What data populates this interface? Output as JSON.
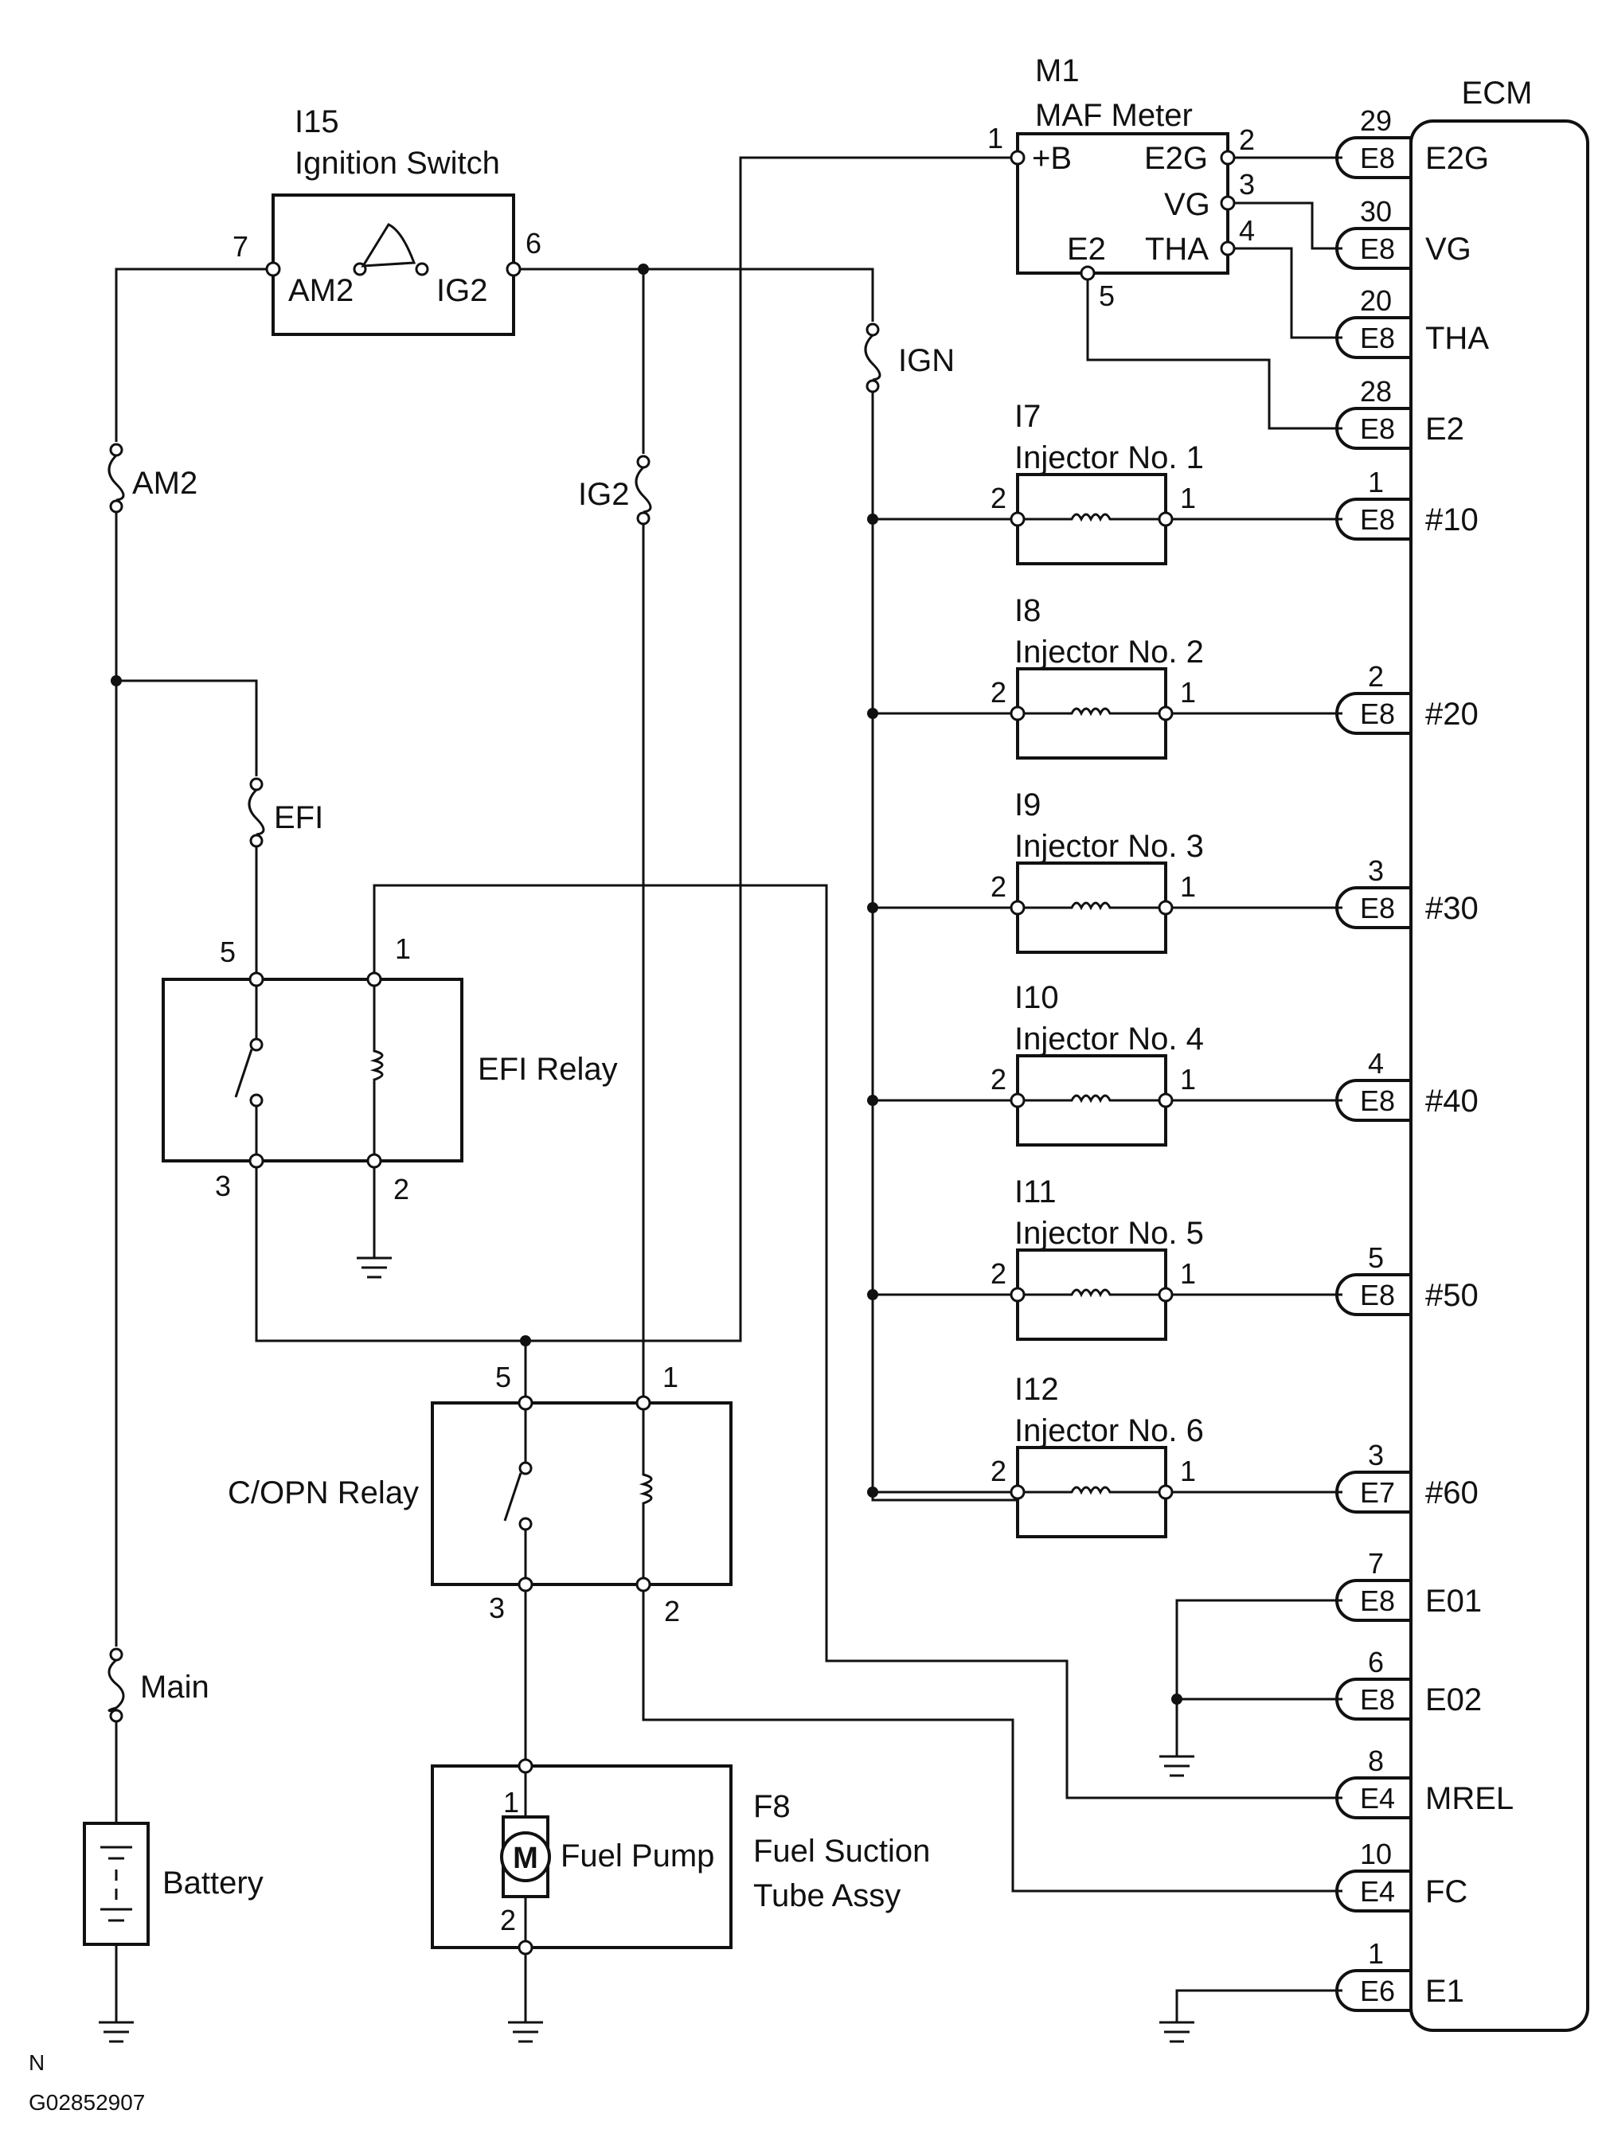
{
  "ignition_switch": {
    "id": "I15",
    "name": "Ignition Switch",
    "pin_am2": "7",
    "pin_ig2": "6",
    "am2": "AM2",
    "ig2": "IG2"
  },
  "maf_meter": {
    "id": "M1",
    "name": "MAF Meter",
    "p_b": "+B",
    "p_e2g": "E2G",
    "p_vg": "VG",
    "p_e2": "E2",
    "p_tha": "THA",
    "n1": "1",
    "n2": "2",
    "n3": "3",
    "n4": "4",
    "n5": "5"
  },
  "ecm": {
    "title": "ECM"
  },
  "fuses": {
    "ign": "IGN",
    "am2": "AM2",
    "ig2": "IG2",
    "efi": "EFI",
    "main": "Main"
  },
  "efi_relay": {
    "name": "EFI Relay",
    "p5": "5",
    "p1": "1",
    "p3": "3",
    "p2": "2"
  },
  "copn_relay": {
    "name": "C/OPN Relay",
    "p5": "5",
    "p1": "1",
    "p3": "3",
    "p2": "2"
  },
  "fuel_pump": {
    "id": "F8",
    "name": "Fuel Pump",
    "assy1": "Fuel  Suction",
    "assy2": "Tube Assy",
    "motor": "M",
    "p1": "1",
    "p2": "2"
  },
  "battery": {
    "name": "Battery"
  },
  "injectors": [
    {
      "id": "I7",
      "name": "Injector No. 1",
      "pin_in": "2",
      "pin_out": "1"
    },
    {
      "id": "I8",
      "name": "Injector No. 2",
      "pin_in": "2",
      "pin_out": "1"
    },
    {
      "id": "I9",
      "name": "Injector No. 3",
      "pin_in": "2",
      "pin_out": "1"
    },
    {
      "id": "I10",
      "name": "Injector No. 4",
      "pin_in": "2",
      "pin_out": "1"
    },
    {
      "id": "I11",
      "name": "Injector No. 5",
      "pin_in": "2",
      "pin_out": "1"
    },
    {
      "id": "I12",
      "name": "Injector No. 6",
      "pin_in": "2",
      "pin_out": "1"
    }
  ],
  "ecm_terminals": [
    {
      "pin": "29",
      "conn": "E8",
      "name": "E2G"
    },
    {
      "pin": "30",
      "conn": "E8",
      "name": "VG"
    },
    {
      "pin": "20",
      "conn": "E8",
      "name": "THA"
    },
    {
      "pin": "28",
      "conn": "E8",
      "name": "E2"
    },
    {
      "pin": "1",
      "conn": "E8",
      "name": "#10"
    },
    {
      "pin": "2",
      "conn": "E8",
      "name": "#20"
    },
    {
      "pin": "3",
      "conn": "E8",
      "name": "#30"
    },
    {
      "pin": "4",
      "conn": "E8",
      "name": "#40"
    },
    {
      "pin": "5",
      "conn": "E8",
      "name": "#50"
    },
    {
      "pin": "3",
      "conn": "E7",
      "name": "#60"
    },
    {
      "pin": "7",
      "conn": "E8",
      "name": "E01"
    },
    {
      "pin": "6",
      "conn": "E8",
      "name": "E02"
    },
    {
      "pin": "8",
      "conn": "E4",
      "name": "MREL"
    },
    {
      "pin": "10",
      "conn": "E4",
      "name": "FC"
    },
    {
      "pin": "1",
      "conn": "E6",
      "name": "E1"
    }
  ],
  "footer": {
    "code1": "N",
    "code2": "G02852907"
  }
}
